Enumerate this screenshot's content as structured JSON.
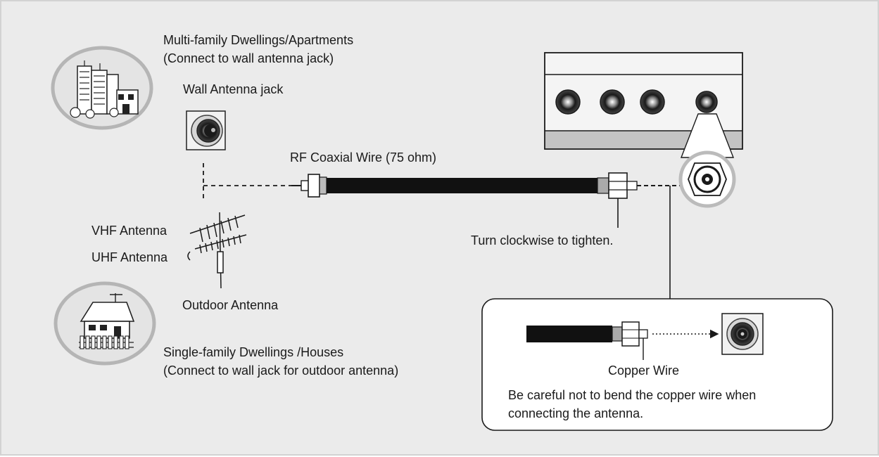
{
  "labels": {
    "multi_family_title": "Multi-family Dwellings/Apartments",
    "multi_family_sub": "(Connect to wall antenna jack)",
    "wall_jack": "Wall Antenna jack",
    "rf_wire": "RF Coaxial Wire (75 ohm)",
    "vhf": "VHF Antenna",
    "uhf": "UHF Antenna",
    "outdoor": "Outdoor Antenna",
    "tighten": "Turn clockwise to tighten.",
    "single_family_title": "Single-family Dwellings /Houses",
    "single_family_sub": "(Connect to wall jack for outdoor antenna)",
    "copper": "Copper Wire",
    "caution_line1": "Be careful not to bend the copper wire when",
    "caution_line2": "connecting the antenna."
  },
  "icons": {
    "apartments": "apartment-buildings-icon",
    "house": "house-icon",
    "wall_jack": "wall-antenna-jack-icon",
    "antenna": "outdoor-antenna-icon",
    "tv_panel": "tv-rear-panel-icon",
    "connector": "coaxial-connector-icon"
  },
  "colors": {
    "background": "#ebebeb",
    "ink": "#1a1a1a",
    "oval_fill": "#e4e4e4",
    "oval_border": "#b5b5b5",
    "panel_fill": "#f4f4f4",
    "panel_stripe": "#c3c3c3"
  }
}
